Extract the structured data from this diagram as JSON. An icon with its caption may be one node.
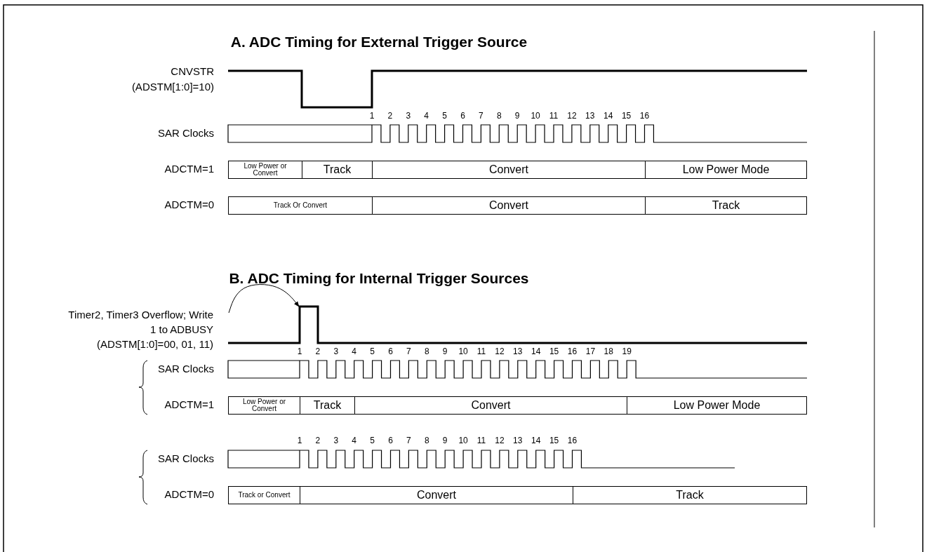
{
  "diagram": {
    "nodes": [
      {
        "text": [
          "Low Power or Convert"
        ]
      },
      {
        "text": [
          "Track"
        ]
      },
      {
        "text": [
          "Convert"
        ]
      },
      {
        "text": [
          "Low Power Mode"
        ]
      },
      {
        "text": [
          "Track Or Convert"
        ]
      },
      {
        "text": [
          "Convert"
        ]
      },
      {
        "text": [
          "Track"
        ]
      },
      {
        "text": [
          "Timer2, Timer3 Overflow; Write 1 to ADBUSY (ADSTM[1:0]=00, 01, 11)"
        ]
      },
      {
        "text": [],
        "shape": "pulse"
      },
      {
        "text": [
          "Low Power or Convert"
        ]
      },
      {
        "text": [
          "Track"
        ]
      },
      {
        "text": [
          "Convert"
        ]
      },
      {
        "text": [
          "Low Power Mode"
        ]
      },
      {
        "text": [
          "Track or Convert"
        ]
      },
      {
        "text": [
          "Convert"
        ]
      },
      {
        "text": [
          "Track"
        ]
      }
    ],
    "edges": [
      {
        "from": 7,
        "to": 8,
        "arrow": "to"
      }
    ],
    "labels": [
      "A. ADC Timing for External Trigger Source",
      "CNVSTR (ADSTM[1:0]=10)",
      "SAR Clocks",
      "1",
      "2",
      "3",
      "4",
      "5",
      "6",
      "7",
      "8",
      "9",
      "10",
      "11",
      "12",
      "13",
      "14",
      "15",
      "16",
      "ADCTM=1",
      "ADCTM=0",
      "B. ADC Timing for Internal Trigger Sources",
      "SAR Clocks",
      "1",
      "2",
      "3",
      "4",
      "5",
      "6",
      "7",
      "8",
      "9",
      "10",
      "11",
      "12",
      "13",
      "14",
      "15",
      "16",
      "17",
      "18",
      "19",
      "ADCTM=1",
      "SAR Clocks",
      "1",
      "2",
      "3",
      "4",
      "5",
      "6",
      "7",
      "8",
      "9",
      "10",
      "11",
      "12",
      "13",
      "14",
      "15",
      "16",
      "ADCTM=0"
    ]
  }
}
